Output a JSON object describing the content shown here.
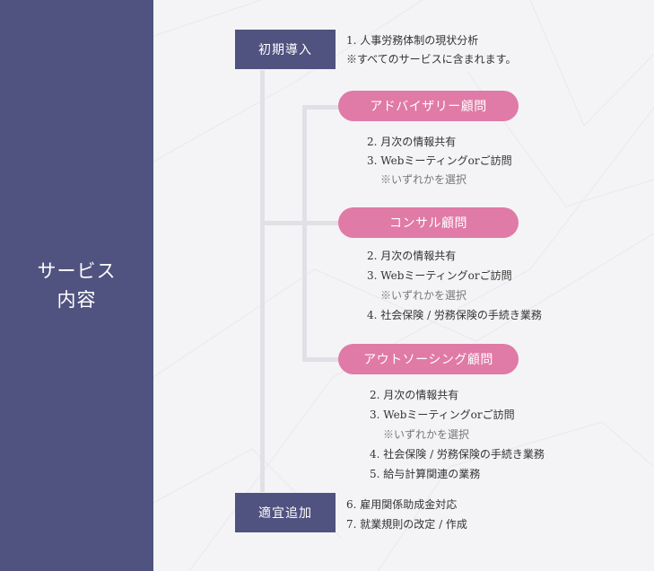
{
  "side": {
    "line1": "サービス",
    "line2": "内容"
  },
  "initial": {
    "label": "初期導入",
    "items": [
      "1. 人事労務体制の現状分析",
      "※すべてのサービスに含まれます。"
    ]
  },
  "advisory": {
    "label": "アドバイザリー顧問",
    "items": [
      "2. 月次の情報共有",
      "3. Webミーティングorご訪問"
    ],
    "note": "※いずれかを選択"
  },
  "consul": {
    "label": "コンサル顧問",
    "items": [
      "2. 月次の情報共有",
      "3. Webミーティングorご訪問",
      "4. 社会保険 / 労務保険の手続き業務"
    ],
    "note": "※いずれかを選択"
  },
  "outsourcing": {
    "label": "アウトソーシング顧問",
    "items": [
      "2. 月次の情報共有",
      "3. Webミーティングorご訪問",
      "4. 社会保険 / 労務保険の手続き業務",
      "5. 給与計算関連の業務"
    ],
    "note": "※いずれかを選択"
  },
  "addon": {
    "label": "適宜追加",
    "items": [
      "6. 雇用関係助成金対応",
      "7. 就業規則の改定 / 作成"
    ]
  },
  "colors": {
    "navy": "#50527f",
    "pink": "#e07aa6",
    "line": "#e0e0e6"
  }
}
